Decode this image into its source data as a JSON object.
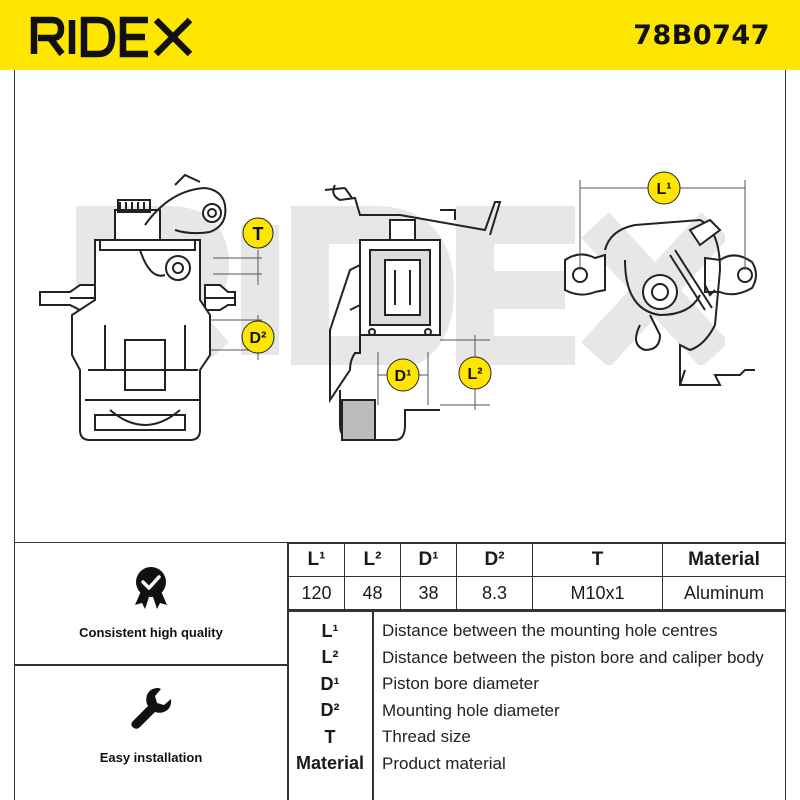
{
  "header": {
    "brand": "RIDEX",
    "part_number": "78B0747",
    "background": "#ffe600"
  },
  "drawing": {
    "labels": {
      "t": "T",
      "d2": "D²",
      "d1": "D¹",
      "l2": "L²",
      "l1": "L¹"
    },
    "label_bg": "#ffe600"
  },
  "features": [
    {
      "icon": "badge-check-icon",
      "label": "Consistent high quality"
    },
    {
      "icon": "wrench-icon",
      "label": "Easy installation"
    }
  ],
  "spec_table": {
    "headers": [
      "L¹",
      "L²",
      "D¹",
      "D²",
      "T",
      "Material"
    ],
    "values": [
      "120",
      "48",
      "38",
      "8.3",
      "M10x1",
      "Aluminum"
    ]
  },
  "legend": [
    {
      "key": "L¹",
      "desc": "Distance between the mounting hole centres"
    },
    {
      "key": "L²",
      "desc": "Distance between the piston bore and caliper body"
    },
    {
      "key": "D¹",
      "desc": "Piston bore diameter"
    },
    {
      "key": "D²",
      "desc": "Mounting hole diameter"
    },
    {
      "key": "T",
      "desc": "Thread size"
    },
    {
      "key": "Material",
      "desc": "Product material"
    }
  ]
}
